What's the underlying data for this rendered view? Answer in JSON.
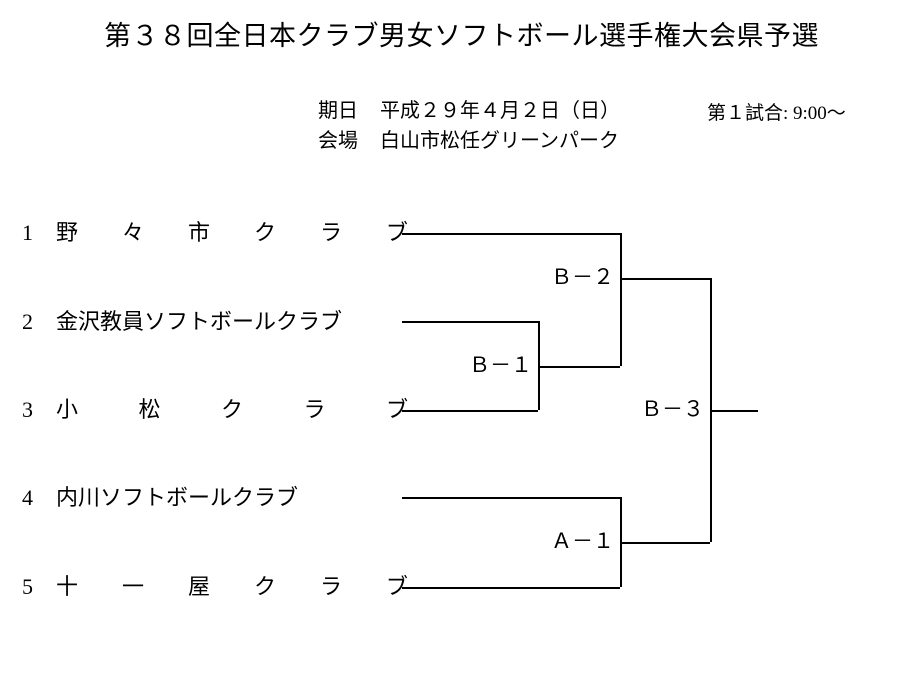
{
  "header": {
    "title": "第３８回全日本クラブ男女ソフトボール選手権大会県予選",
    "date_label": "期日",
    "date_value": "平成２９年４月２日（日）",
    "venue_label": "会場",
    "venue_value": "白山市松任グリーンパーク",
    "first_game": "第１試合: 9:00〜"
  },
  "bracket": {
    "teams": [
      {
        "seed": "1",
        "name": "野々市クラブ",
        "chars": [
          "野",
          "々",
          "市",
          "ク",
          "ラ",
          "ブ"
        ],
        "spaced": true
      },
      {
        "seed": "2",
        "name": "金沢教員ソフトボールクラブ",
        "chars": [
          "金",
          "沢",
          "教",
          "員",
          "ソ",
          "フ",
          "ト",
          "ボ",
          "ー",
          "ル",
          "ク",
          "ラ",
          "ブ"
        ],
        "spaced": false
      },
      {
        "seed": "3",
        "name": "小松クラブ",
        "chars": [
          "小",
          "松",
          "ク",
          "ラ",
          "ブ"
        ],
        "spaced": true
      },
      {
        "seed": "4",
        "name": "内川ソフトボールクラブ",
        "chars": [
          "内",
          "川",
          "ソ",
          "フ",
          "ト",
          "ボ",
          "ー",
          "ル",
          "ク",
          "ラ",
          "ブ"
        ],
        "spaced": false
      },
      {
        "seed": "5",
        "name": "十一屋クラブ",
        "chars": [
          "十",
          "一",
          "屋",
          "ク",
          "ラ",
          "ブ"
        ],
        "spaced": true
      }
    ],
    "matches": [
      {
        "id": "B-1",
        "label": "Ｂ－１",
        "teams": [
          "2",
          "3"
        ]
      },
      {
        "id": "B-2",
        "label": "Ｂ－２",
        "teams": [
          "1",
          "B-1"
        ]
      },
      {
        "id": "A-1",
        "label": "Ａ－１",
        "teams": [
          "4",
          "5"
        ]
      },
      {
        "id": "B-3",
        "label": "Ｂ－３",
        "teams": [
          "B-2",
          "A-1"
        ]
      }
    ],
    "line_color": "#000000"
  }
}
